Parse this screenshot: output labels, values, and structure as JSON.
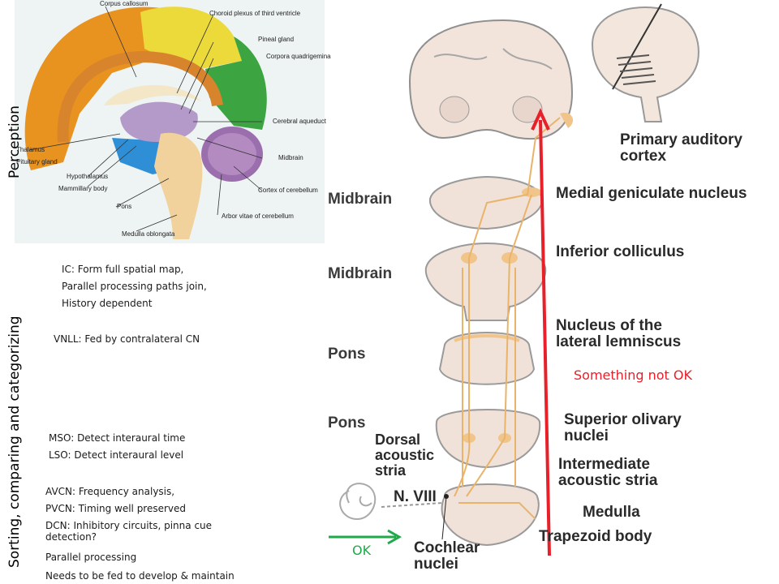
{
  "sagittal": {
    "labels": [
      "Corpus callosum",
      "Choroid plexus of third ventricle",
      "Pineal gland",
      "Corpora quadrigemina",
      "Cerebral aqueduct",
      "Midbrain",
      "Cortex of cerebellum",
      "Arbor vitae of cerebellum",
      "Medulla oblongata",
      "Pons",
      "Mammillary body",
      "Hypothalamus",
      "Pituitary gland",
      "Thalamus"
    ]
  },
  "side_labels": {
    "perception": "Perception",
    "sorting": "Sorting, comparing and categorizing"
  },
  "notes": {
    "ic": [
      "IC: Form full spatial map,",
      "Parallel processing paths join,",
      "History dependent"
    ],
    "vnll": "VNLL: Fed by contralateral CN",
    "mso": "MSO: Detect interaural time",
    "lso": "LSO: Detect interaural level",
    "avcn": "AVCN: Frequency analysis,",
    "pvcn": "PVCN: Timing well preserved",
    "dcn": [
      "DCN: Inhibitory circuits, pinna cue",
      "detection?"
    ],
    "parallel": "Parallel processing",
    "needs": "Needs to be fed to develop & maintain"
  },
  "pathway": {
    "levels": [
      "Midbrain",
      "Midbrain",
      "Pons",
      "Pons"
    ],
    "structures": {
      "primary_auditory_cortex": [
        "Primary auditory",
        "cortex"
      ],
      "medial_geniculate": "Medial geniculate nucleus",
      "inferior_colliculus": "Inferior colliculus",
      "lateral_lemniscus": [
        "Nucleus of the",
        "lateral lemniscus"
      ],
      "superior_olivary": [
        "Superior olivary",
        "nuclei"
      ],
      "dorsal_stria": [
        "Dorsal",
        "acoustic",
        "stria"
      ],
      "intermediate_stria": [
        "Intermediate",
        "acoustic stria"
      ],
      "n_viii": "N. VIII",
      "medulla": "Medulla",
      "trapezoid": "Trapezoid body",
      "cochlear_nuclei": [
        "Cochlear",
        "nuclei"
      ]
    }
  },
  "annotations": {
    "not_ok": "Something not OK",
    "ok": "OK",
    "red_color": "#e8202a",
    "green_color": "#1faa4a"
  }
}
